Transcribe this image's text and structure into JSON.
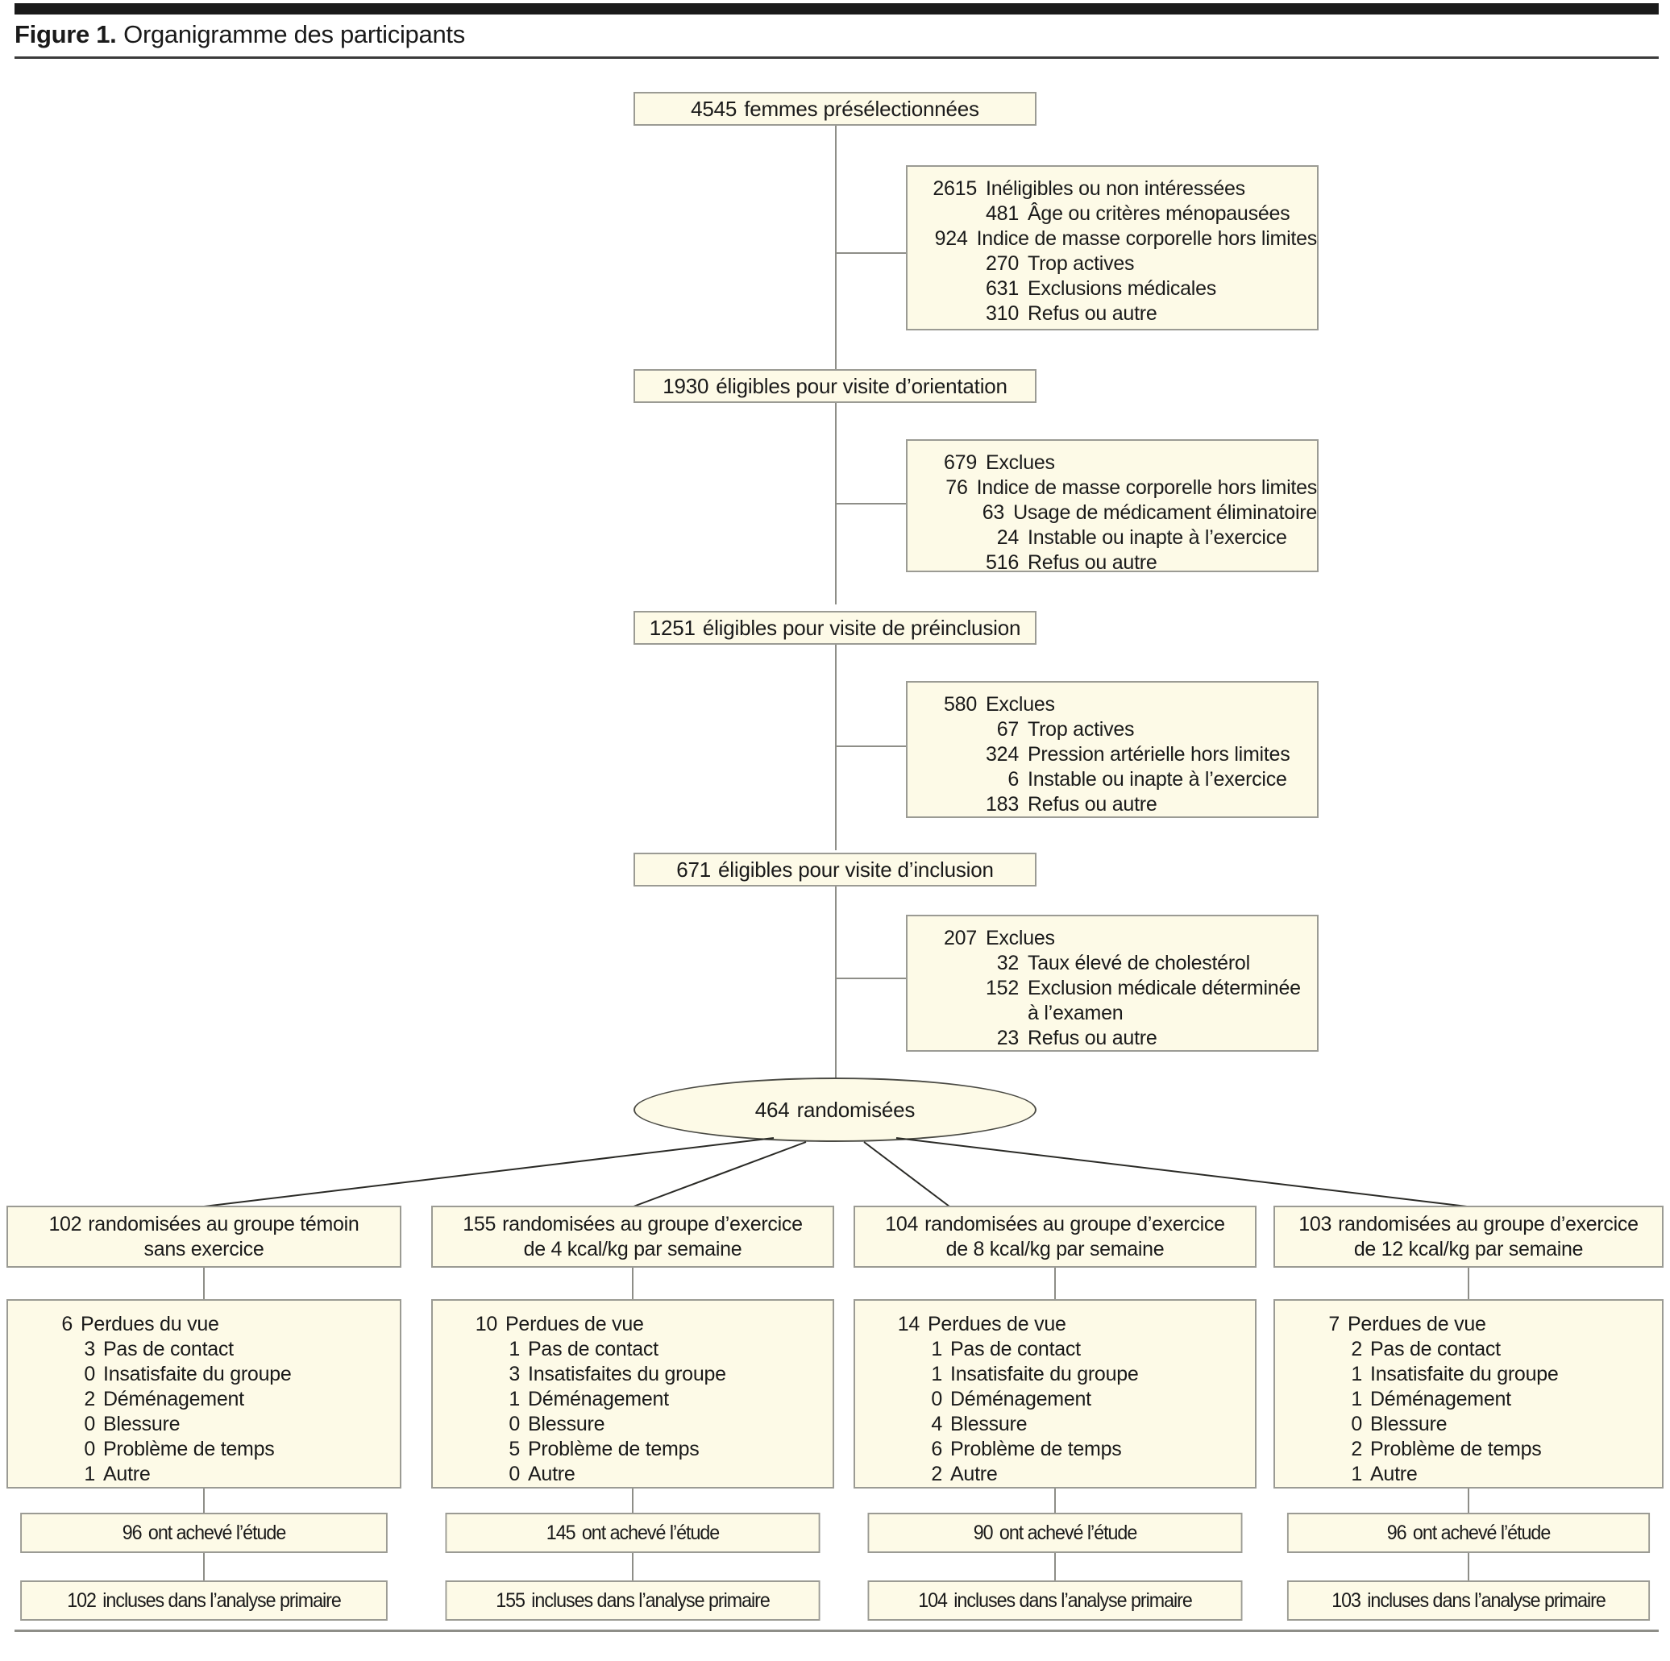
{
  "figure": {
    "label": "Figure 1.",
    "title": "Organigramme des participants"
  },
  "flow": {
    "steps": [
      {
        "count": "4545",
        "text": "femmes présélectionnées"
      },
      {
        "count": "1930",
        "text": "éligibles pour visite d’orientation"
      },
      {
        "count": "1251",
        "text": "éligibles pour visite de préinclusion"
      },
      {
        "count": "671",
        "text": "éligibles pour visite d’inclusion"
      }
    ],
    "exclusions": [
      {
        "count": "2615",
        "label": "Inéligibles ou non intéressées",
        "items": [
          {
            "n": "481",
            "text": "Âge ou critères ménopausées"
          },
          {
            "n": "924",
            "text": "Indice de masse corporelle hors limites"
          },
          {
            "n": "270",
            "text": "Trop actives"
          },
          {
            "n": "631",
            "text": "Exclusions médicales"
          },
          {
            "n": "310",
            "text": "Refus ou autre"
          }
        ]
      },
      {
        "count": "679",
        "label": "Exclues",
        "items": [
          {
            "n": "76",
            "text": "Indice de masse corporelle hors limites"
          },
          {
            "n": "63",
            "text": "Usage de médicament éliminatoire"
          },
          {
            "n": "24",
            "text": "Instable ou inapte à l’exercice"
          },
          {
            "n": "516",
            "text": "Refus ou autre"
          }
        ]
      },
      {
        "count": "580",
        "label": "Exclues",
        "items": [
          {
            "n": "67",
            "text": "Trop actives"
          },
          {
            "n": "324",
            "text": "Pression artérielle hors limites"
          },
          {
            "n": "6",
            "text": "Instable ou inapte à l’exercice"
          },
          {
            "n": "183",
            "text": "Refus ou autre"
          }
        ]
      },
      {
        "count": "207",
        "label": "Exclues",
        "items": [
          {
            "n": "32",
            "text": "Taux élevé de cholestérol"
          },
          {
            "n": "152",
            "text": "Exclusion médicale déterminée"
          },
          {
            "n": "",
            "text": "à l’examen"
          },
          {
            "n": "23",
            "text": "Refus ou autre"
          }
        ]
      }
    ],
    "randomized": {
      "count": "464",
      "text": "randomisées"
    },
    "groups": [
      {
        "assigned_count": "102",
        "assigned_line1": "randomisées au groupe témoin",
        "assigned_line2": "sans exercice",
        "lost_count": "6",
        "lost_label": "Perdues du vue",
        "reasons": [
          {
            "n": "3",
            "text": "Pas de contact"
          },
          {
            "n": "0",
            "text": "Insatisfaite du groupe"
          },
          {
            "n": "2",
            "text": "Déménagement"
          },
          {
            "n": "0",
            "text": "Blessure"
          },
          {
            "n": "0",
            "text": "Problème de temps"
          },
          {
            "n": "1",
            "text": "Autre"
          }
        ],
        "completed_count": "96",
        "completed_text": "ont achevé l’étude",
        "analyzed_count": "102",
        "analyzed_text": "incluses dans l’analyse primaire"
      },
      {
        "assigned_count": "155",
        "assigned_line1": "randomisées au groupe d’exercice",
        "assigned_line2": "de 4 kcal/kg par semaine",
        "lost_count": "10",
        "lost_label": "Perdues de vue",
        "reasons": [
          {
            "n": "1",
            "text": "Pas de contact"
          },
          {
            "n": "3",
            "text": "Insatisfaites du groupe"
          },
          {
            "n": "1",
            "text": "Déménagement"
          },
          {
            "n": "0",
            "text": "Blessure"
          },
          {
            "n": "5",
            "text": "Problème de temps"
          },
          {
            "n": "0",
            "text": "Autre"
          }
        ],
        "completed_count": "145",
        "completed_text": "ont achevé l’étude",
        "analyzed_count": "155",
        "analyzed_text": "incluses dans l’analyse primaire"
      },
      {
        "assigned_count": "104",
        "assigned_line1": "randomisées au groupe d’exercice",
        "assigned_line2": "de 8 kcal/kg par semaine",
        "lost_count": "14",
        "lost_label": "Perdues de vue",
        "reasons": [
          {
            "n": "1",
            "text": "Pas de contact"
          },
          {
            "n": "1",
            "text": "Insatisfaite du groupe"
          },
          {
            "n": "0",
            "text": "Déménagement"
          },
          {
            "n": "4",
            "text": "Blessure"
          },
          {
            "n": "6",
            "text": "Problème de temps"
          },
          {
            "n": "2",
            "text": "Autre"
          }
        ],
        "completed_count": "90",
        "completed_text": "ont achevé l’étude",
        "analyzed_count": "104",
        "analyzed_text": "incluses dans l’analyse primaire"
      },
      {
        "assigned_count": "103",
        "assigned_line1": "randomisées au groupe d’exercice",
        "assigned_line2": "de 12 kcal/kg par semaine",
        "lost_count": "7",
        "lost_label": "Perdues de vue",
        "reasons": [
          {
            "n": "2",
            "text": "Pas de contact"
          },
          {
            "n": "1",
            "text": "Insatisfaite du groupe"
          },
          {
            "n": "1",
            "text": "Déménagement"
          },
          {
            "n": "0",
            "text": "Blessure"
          },
          {
            "n": "2",
            "text": "Problème de temps"
          },
          {
            "n": "1",
            "text": "Autre"
          }
        ],
        "completed_count": "96",
        "completed_text": "ont achevé l’étude",
        "analyzed_count": "103",
        "analyzed_text": "incluses dans l’analyse primaire"
      }
    ]
  },
  "colors": {
    "box_fill": "#fdfae7",
    "box_border": "#9b9b94",
    "rule": "#3b3b3b",
    "connector": "#8e8e88"
  }
}
